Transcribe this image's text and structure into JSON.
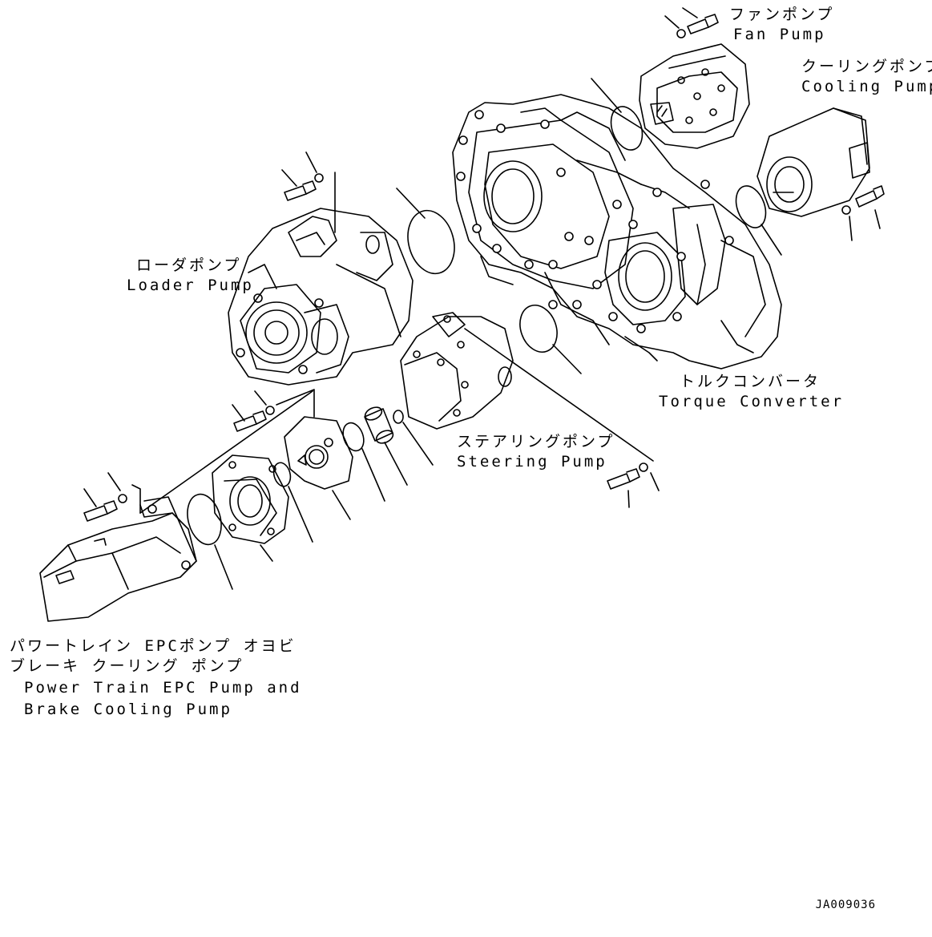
{
  "labels": {
    "fan_pump": {
      "jp": "ファンポンプ",
      "en": "Fan Pump"
    },
    "cooling_pump": {
      "jp": "クーリングポンプ",
      "en": "Cooling Pump"
    },
    "loader_pump": {
      "jp": "ローダポンプ",
      "en": "Loader Pump"
    },
    "torque_converter": {
      "jp": "トルクコンバータ",
      "en": "Torque Converter"
    },
    "steering_pump": {
      "jp": "ステアリングポンプ",
      "en": "Steering Pump"
    },
    "power_train": {
      "jp1": "パワートレイン EPCポンプ オヨビ",
      "jp2": "ブレーキ クーリング ポンプ",
      "en1": "Power Train EPC Pump and",
      "en2": "Brake Cooling Pump"
    }
  },
  "drawing_id": "JA009036",
  "colors": {
    "line": "#000000",
    "background": "#ffffff"
  }
}
